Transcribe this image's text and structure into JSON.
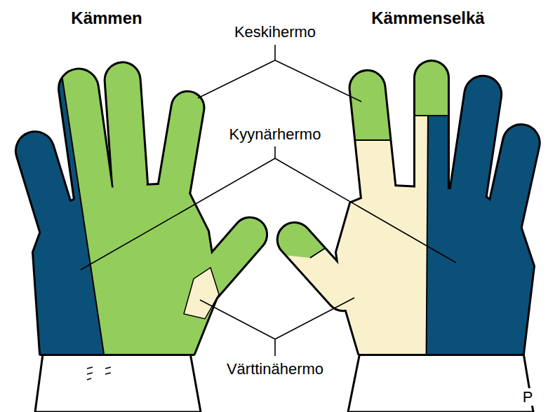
{
  "diagram": {
    "labels": [
      "Kämmen",
      "Keskihermo",
      "Kämmenselkä",
      "Kyynärhermo",
      "Värttinähermo",
      "P"
    ]
  }
}
